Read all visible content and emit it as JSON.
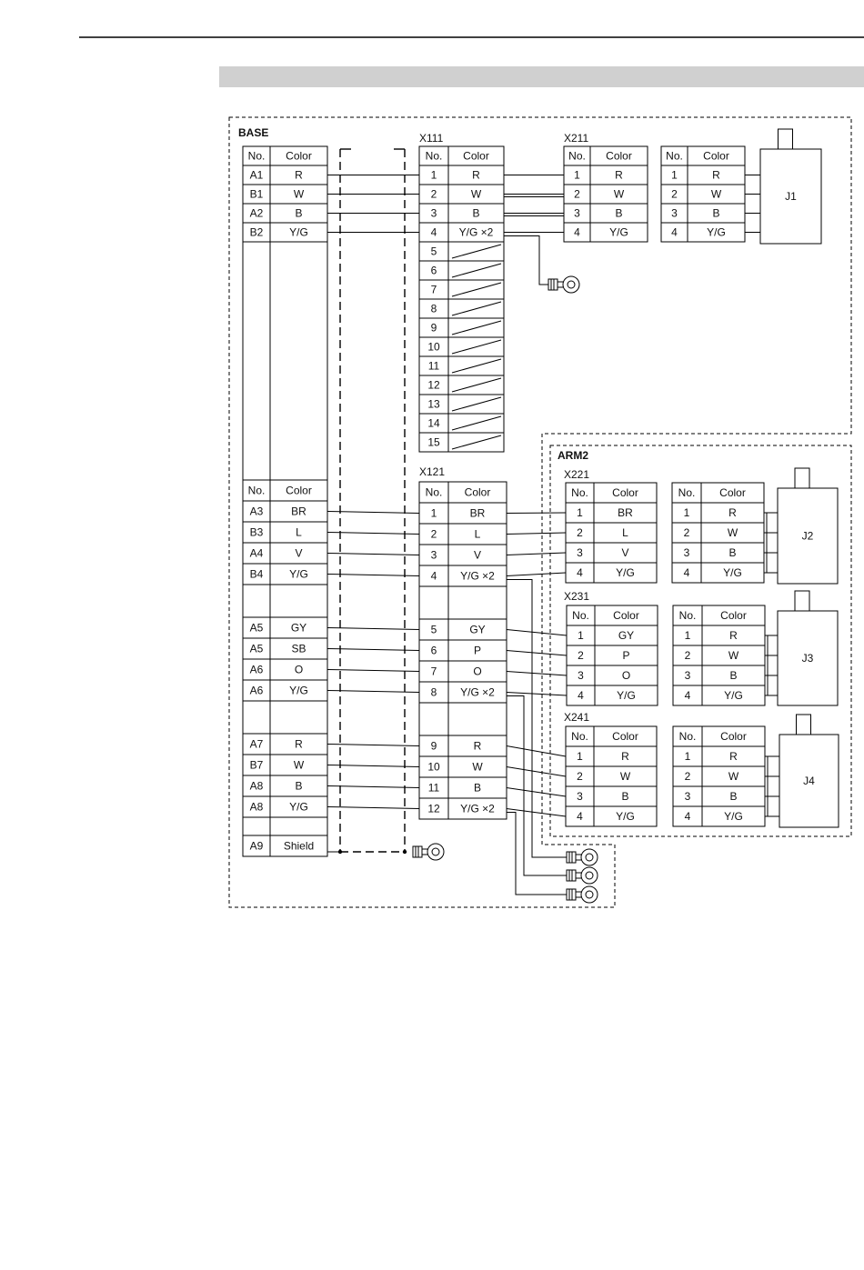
{
  "labels": {
    "base": "BASE",
    "arm2": "ARM2",
    "j1": "J1",
    "j2": "J2",
    "j3": "J3",
    "j4": "J4"
  },
  "header": {
    "no": "No.",
    "color": "Color"
  },
  "base_table_1": [
    [
      "A1",
      "R"
    ],
    [
      "B1",
      "W"
    ],
    [
      "A2",
      "B"
    ],
    [
      "B2",
      "Y/G"
    ]
  ],
  "base_table_2": [
    [
      "A3",
      "BR"
    ],
    [
      "B3",
      "L"
    ],
    [
      "A4",
      "V"
    ],
    [
      "B4",
      "Y/G"
    ],
    null,
    [
      "A5",
      "GY"
    ],
    [
      "A5",
      "SB"
    ],
    [
      "A6",
      "O"
    ],
    [
      "A6",
      "Y/G"
    ],
    null,
    [
      "A7",
      "R"
    ],
    [
      "B7",
      "W"
    ],
    [
      "A8",
      "B"
    ],
    [
      "A8",
      "Y/G"
    ],
    null,
    [
      "A9",
      "Shield"
    ]
  ],
  "x111": {
    "title": "X111",
    "rows": [
      [
        "1",
        "R"
      ],
      [
        "2",
        "W"
      ],
      [
        "3",
        "B"
      ],
      [
        "4",
        "Y/G ×2"
      ],
      [
        "5",
        ""
      ],
      [
        "6",
        ""
      ],
      [
        "7",
        ""
      ],
      [
        "8",
        ""
      ],
      [
        "9",
        ""
      ],
      [
        "10",
        ""
      ],
      [
        "11",
        ""
      ],
      [
        "12",
        ""
      ],
      [
        "13",
        ""
      ],
      [
        "14",
        ""
      ],
      [
        "15",
        ""
      ]
    ]
  },
  "x211": {
    "title": "X211",
    "rows": [
      [
        "1",
        "R"
      ],
      [
        "2",
        "W"
      ],
      [
        "3",
        "B"
      ],
      [
        "4",
        "Y/G"
      ]
    ]
  },
  "j1_table": [
    [
      "1",
      "R"
    ],
    [
      "2",
      "W"
    ],
    [
      "3",
      "B"
    ],
    [
      "4",
      "Y/G"
    ]
  ],
  "x121": {
    "title": "X121",
    "rows": [
      [
        "1",
        "BR"
      ],
      [
        "2",
        "L"
      ],
      [
        "3",
        "V"
      ],
      [
        "4",
        "Y/G ×2"
      ],
      null,
      [
        "5",
        "GY"
      ],
      [
        "6",
        "P"
      ],
      [
        "7",
        "O"
      ],
      [
        "8",
        "Y/G ×2"
      ],
      null,
      [
        "9",
        "R"
      ],
      [
        "10",
        "W"
      ],
      [
        "11",
        "B"
      ],
      [
        "12",
        "Y/G ×2"
      ]
    ]
  },
  "x221": {
    "title": "X221",
    "rows": [
      [
        "1",
        "BR"
      ],
      [
        "2",
        "L"
      ],
      [
        "3",
        "V"
      ],
      [
        "4",
        "Y/G"
      ]
    ]
  },
  "j2_table": [
    [
      "1",
      "R"
    ],
    [
      "2",
      "W"
    ],
    [
      "3",
      "B"
    ],
    [
      "4",
      "Y/G"
    ]
  ],
  "x231": {
    "title": "X231",
    "rows": [
      [
        "1",
        "GY"
      ],
      [
        "2",
        "P"
      ],
      [
        "3",
        "O"
      ],
      [
        "4",
        "Y/G"
      ]
    ]
  },
  "j3_table": [
    [
      "1",
      "R"
    ],
    [
      "2",
      "W"
    ],
    [
      "3",
      "B"
    ],
    [
      "4",
      "Y/G"
    ]
  ],
  "x241": {
    "title": "X241",
    "rows": [
      [
        "1",
        "R"
      ],
      [
        "2",
        "W"
      ],
      [
        "3",
        "B"
      ],
      [
        "4",
        "Y/G"
      ]
    ]
  },
  "j4_table": [
    [
      "1",
      "R"
    ],
    [
      "2",
      "W"
    ],
    [
      "3",
      "B"
    ],
    [
      "4",
      "Y/G"
    ]
  ]
}
